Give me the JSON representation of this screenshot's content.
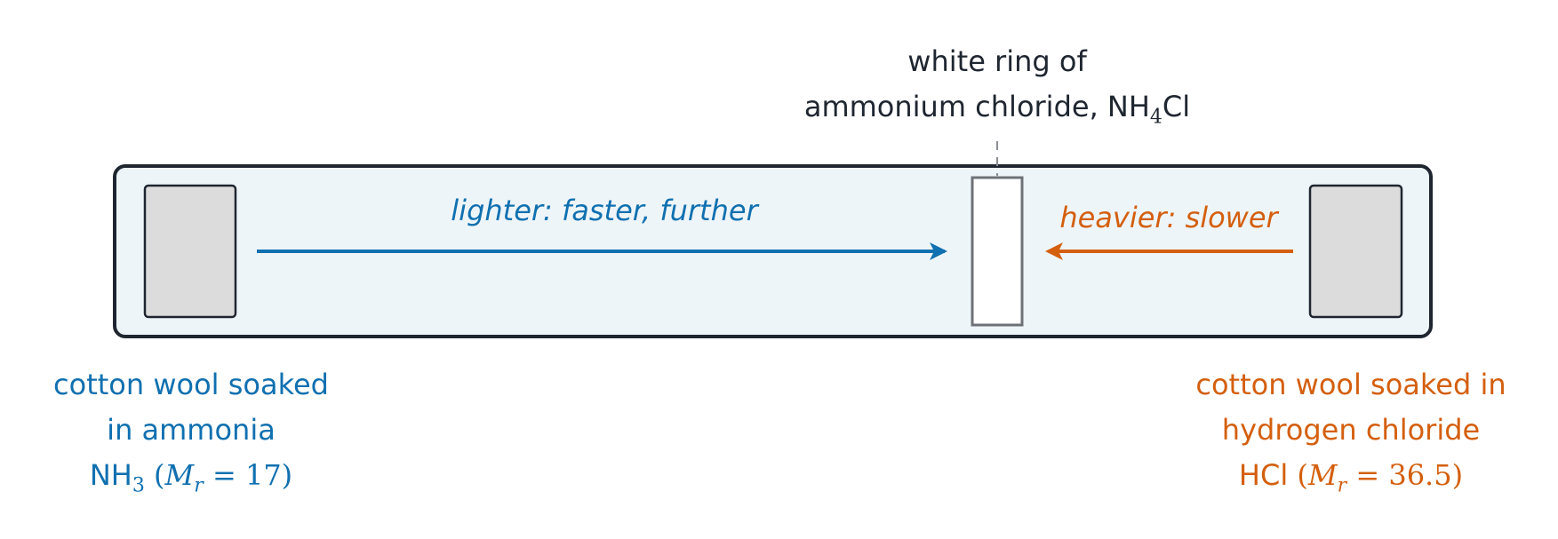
{
  "diagram": {
    "ring_label": {
      "line1": "white ring of",
      "line2_prefix": "ammonium chloride, NH",
      "line2_sub": "4",
      "line2_suffix": "Cl"
    },
    "left_arrow_label": "lighter: faster, further",
    "right_arrow_label": "heavier: slower",
    "ammonia_label": {
      "line1": "cotton wool soaked",
      "line2": "in ammonia",
      "formula": "NH",
      "formula_sub": "3",
      "mr_symbol": "M",
      "mr_sub": "r",
      "mr_value": "= 17"
    },
    "hcl_label": {
      "line1": "cotton wool soaked in",
      "line2": "hydrogen chloride",
      "formula": "HCl",
      "mr_symbol": "M",
      "mr_sub": "r",
      "mr_value": "= 36.5"
    },
    "colors": {
      "ammonia": "#1070b0",
      "hcl": "#d45f0e",
      "tube_fill": "#eef5f9",
      "tube_stroke": "#1f2630",
      "wool": "#dcdcdc",
      "ring_stroke": "#6e7278"
    }
  }
}
